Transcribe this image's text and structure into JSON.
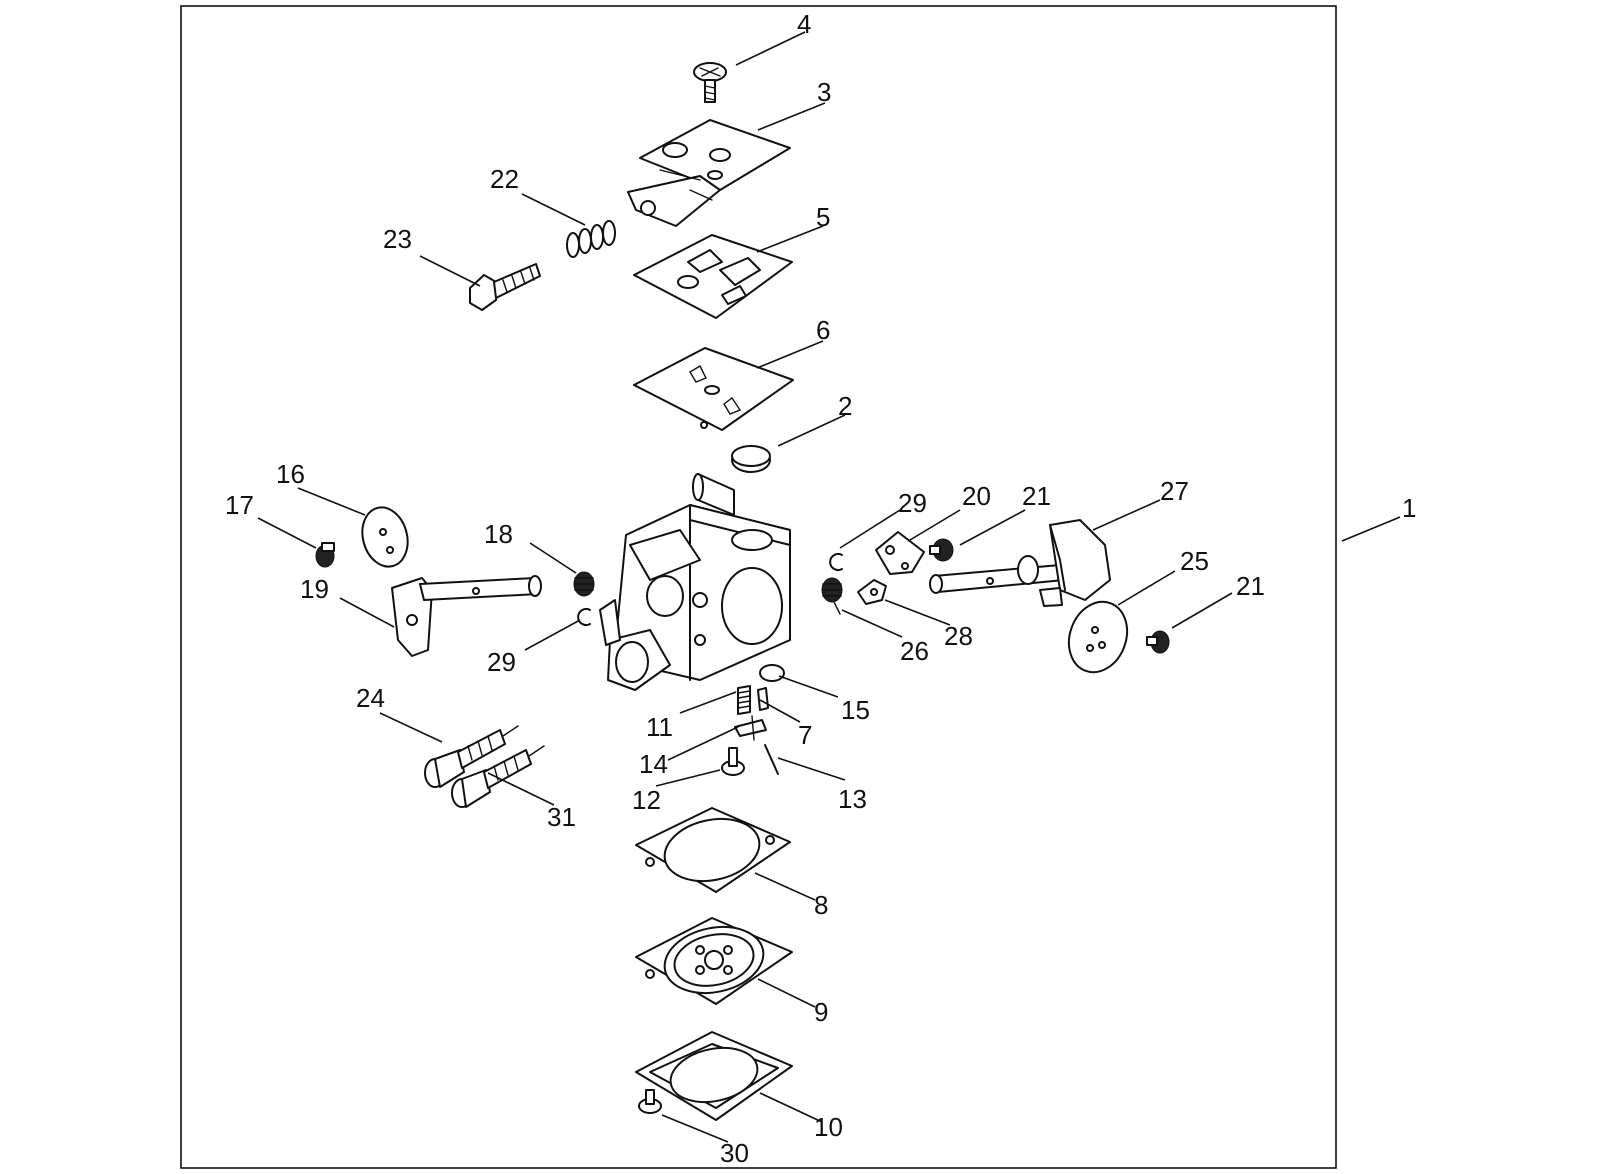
{
  "diagram": {
    "parts": [
      {
        "id": "part-1",
        "label": "1"
      },
      {
        "id": "part-2",
        "label": "2"
      },
      {
        "id": "part-3",
        "label": "3"
      },
      {
        "id": "part-4",
        "label": "4"
      },
      {
        "id": "part-5",
        "label": "5"
      },
      {
        "id": "part-6",
        "label": "6"
      },
      {
        "id": "part-7",
        "label": "7"
      },
      {
        "id": "part-8",
        "label": "8"
      },
      {
        "id": "part-9",
        "label": "9"
      },
      {
        "id": "part-10",
        "label": "10"
      },
      {
        "id": "part-11",
        "label": "11"
      },
      {
        "id": "part-12",
        "label": "12"
      },
      {
        "id": "part-13",
        "label": "13"
      },
      {
        "id": "part-14",
        "label": "14"
      },
      {
        "id": "part-15",
        "label": "15"
      },
      {
        "id": "part-16",
        "label": "16"
      },
      {
        "id": "part-17",
        "label": "17"
      },
      {
        "id": "part-18",
        "label": "18"
      },
      {
        "id": "part-19",
        "label": "19"
      },
      {
        "id": "part-20",
        "label": "20"
      },
      {
        "id": "part-21a",
        "label": "21"
      },
      {
        "id": "part-21b",
        "label": "21"
      },
      {
        "id": "part-22",
        "label": "22"
      },
      {
        "id": "part-23",
        "label": "23"
      },
      {
        "id": "part-24",
        "label": "24"
      },
      {
        "id": "part-25",
        "label": "25"
      },
      {
        "id": "part-26",
        "label": "26"
      },
      {
        "id": "part-27",
        "label": "27"
      },
      {
        "id": "part-28",
        "label": "28"
      },
      {
        "id": "part-29a",
        "label": "29"
      },
      {
        "id": "part-29b",
        "label": "29"
      },
      {
        "id": "part-30",
        "label": "30"
      },
      {
        "id": "part-31",
        "label": "31"
      }
    ]
  }
}
